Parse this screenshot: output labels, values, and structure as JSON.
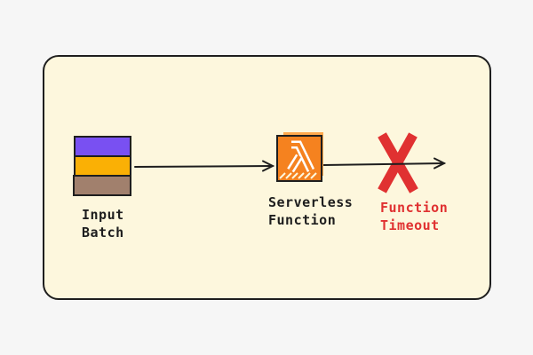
{
  "page": {
    "background": "#f6f6f6"
  },
  "panel": {
    "background": "#fdf7dd",
    "border_color": "#1e1e1e"
  },
  "nodes": {
    "input_batch": {
      "label_line1": "Input",
      "label_line2": "Batch",
      "segment_colors": [
        "#7950f2",
        "#fab005",
        "#a1806d"
      ]
    },
    "serverless_function": {
      "label_line1": "Serverless",
      "label_line2": "Function",
      "icon": "aws-lambda-icon",
      "glyph": "lambda",
      "icon_color": "#f5821f",
      "icon_highlight_color": "#ffa94d",
      "glyph_color": "#ffffff"
    },
    "function_timeout": {
      "label_line1": "Function",
      "label_line2": "Timeout",
      "icon": "x-mark-icon",
      "color": "#e03131"
    }
  },
  "arrows": {
    "color": "#1e1e1e"
  }
}
